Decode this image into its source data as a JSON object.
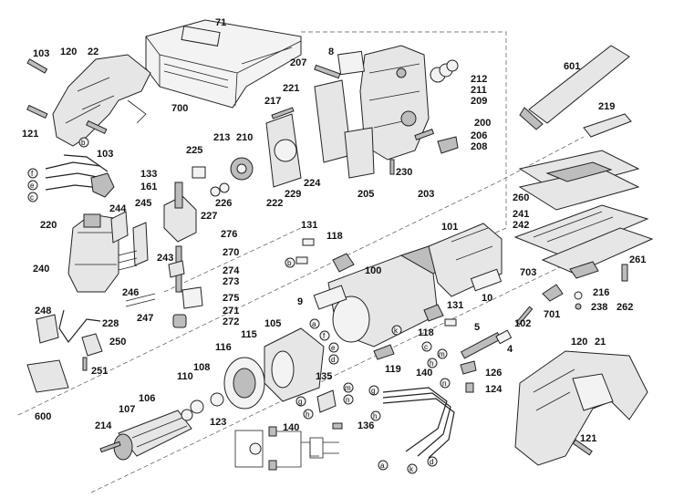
{
  "part_numbers": {
    "p4": "4",
    "p5": "5",
    "p8": "8",
    "p9": "9",
    "p10": "10",
    "p21": "21",
    "p22": "22",
    "p71": "71",
    "p100": "100",
    "p101": "101",
    "p102": "102",
    "p103": "103",
    "p105": "105",
    "p106": "106",
    "p107": "107",
    "p108": "108",
    "p110": "110",
    "p115": "115",
    "p116": "116",
    "p118": "118",
    "p119": "119",
    "p120": "120",
    "p121": "121",
    "p123": "123",
    "p124": "124",
    "p126": "126",
    "p131": "131",
    "p133": "133",
    "p135": "135",
    "p136": "136",
    "p140": "140",
    "p161": "161",
    "p200": "200",
    "p203": "203",
    "p205": "205",
    "p206": "206",
    "p207": "207",
    "p208": "208",
    "p209": "209",
    "p210": "210",
    "p211": "211",
    "p212": "212",
    "p213": "213",
    "p214": "214",
    "p216": "216",
    "p217": "217",
    "p219": "219",
    "p220": "220",
    "p221": "221",
    "p222": "222",
    "p224": "224",
    "p225": "225",
    "p226": "226",
    "p227": "227",
    "p228": "228",
    "p229": "229",
    "p230": "230",
    "p238": "238",
    "p240": "240",
    "p241": "241",
    "p242": "242",
    "p243": "243",
    "p244": "244",
    "p245": "245",
    "p246": "246",
    "p247": "247",
    "p248": "248",
    "p250": "250",
    "p251": "251",
    "p260": "260",
    "p261": "261",
    "p262": "262",
    "p270": "270",
    "p271": "271",
    "p272": "272",
    "p273": "273",
    "p274": "274",
    "p275": "275",
    "p276": "276",
    "p600": "600",
    "p601": "601",
    "p700": "700",
    "p701": "701",
    "p703": "703"
  },
  "connection_letters": {
    "a": "a",
    "b": "b",
    "c": "c",
    "d": "d",
    "e": "e",
    "f": "f",
    "g": "g",
    "h": "h",
    "k": "k",
    "m": "m",
    "n": "n"
  }
}
